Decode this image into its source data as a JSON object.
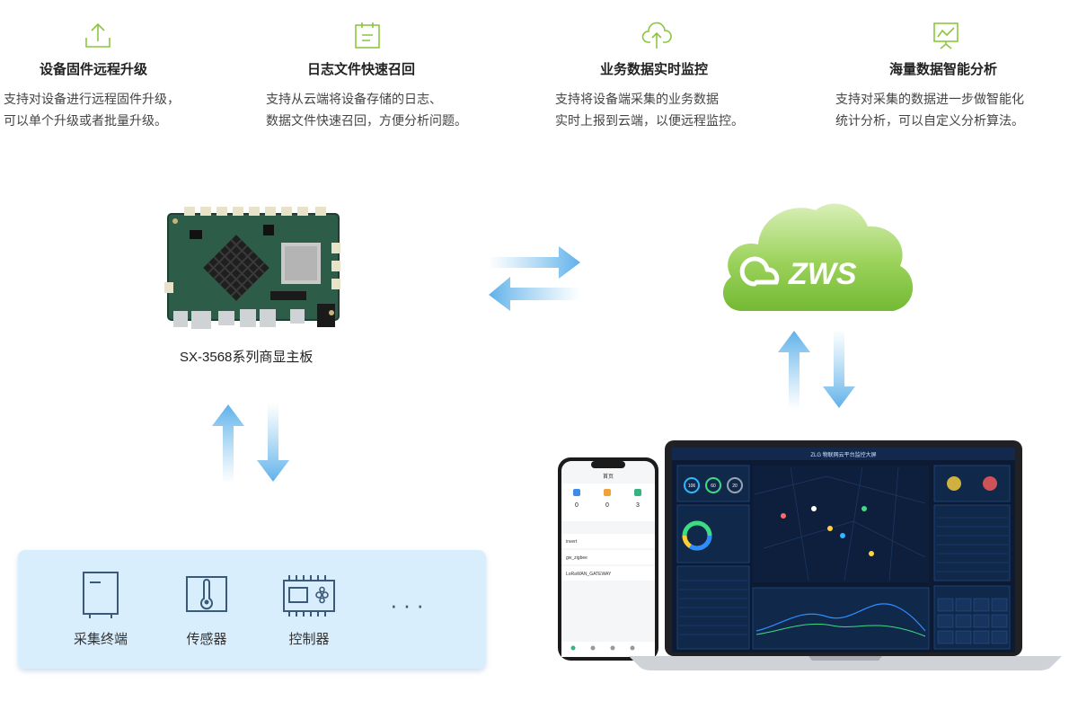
{
  "features": [
    {
      "icon": "upload-icon",
      "title": "设备固件远程升级",
      "desc": [
        "支持对设备进行远程固件升级，",
        "可以单个升级或者批量升级。"
      ]
    },
    {
      "icon": "document-icon",
      "title": "日志文件快速召回",
      "desc": [
        "支持从云端将设备存储的日志、",
        "数据文件快速召回，方便分析问题。"
      ]
    },
    {
      "icon": "cloud-upload-icon",
      "title": "业务数据实时监控",
      "desc": [
        "支持将设备端采集的业务数据",
        "实时上报到云端，以便远程监控。"
      ]
    },
    {
      "icon": "chart-board-icon",
      "title": "海量数据智能分析",
      "desc": [
        "支持对采集的数据进一步做智能化",
        "统计分析，可以自定义分析算法。"
      ]
    }
  ],
  "board": {
    "label": "SX-3568系列商显主板"
  },
  "cloud": {
    "logo_text": "ZWS"
  },
  "devices": [
    {
      "icon": "terminal-icon",
      "label": "采集终端"
    },
    {
      "icon": "thermometer-icon",
      "label": "传感器"
    },
    {
      "icon": "controller-icon",
      "label": "控制器"
    }
  ],
  "devices_more": "···",
  "phone": {
    "title": "首页",
    "stats": [
      "0",
      "0",
      "3"
    ],
    "items": [
      "invert",
      "gw_zigbee",
      "LoRaWAN_GATEWAY"
    ]
  },
  "laptop": {
    "screen_title": "ZLG 物联网云平台监控大屏",
    "brand": "ZLG",
    "gauges": [
      "106",
      "60",
      "20"
    ]
  },
  "colors": {
    "accent": "#8cc63f",
    "arrow": "#7ec3ee",
    "panel": "#d9eefc",
    "screen": "#0c1a33"
  }
}
